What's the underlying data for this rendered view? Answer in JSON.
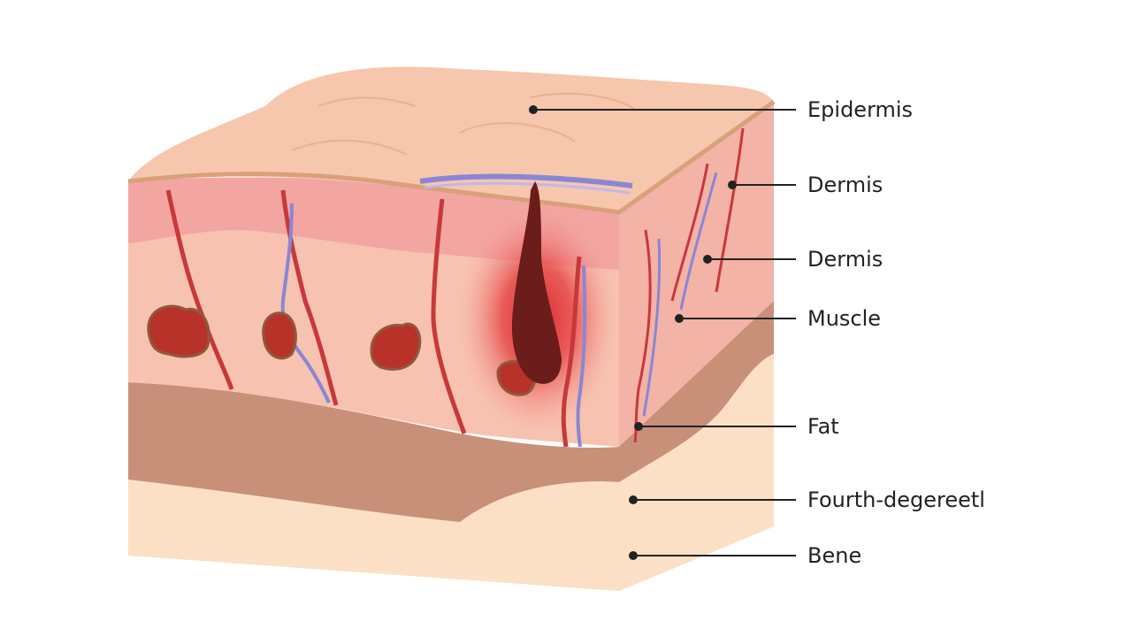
{
  "labels": {
    "epidermis": "Epidermis",
    "dermis_1": "Dermis",
    "dermis_2": "Dermis",
    "muscle": "Muscle",
    "fat": "Fat",
    "fourth_degree": "Fourth-degereetl",
    "bone": "Bene"
  },
  "colors": {
    "epidermis_top": "#f6c7ad",
    "dermis": "#f3a5a1",
    "hypodermis": "#f7c2b0",
    "fat_band": "#c99079",
    "bottom_layer": "#fbe0c5",
    "side_face": "#f0c79f",
    "vessel_red": "#c8383a",
    "vessel_blue": "#8a86d4",
    "burn_red": "#d8222a",
    "hair_shaft": "#6a1d1a",
    "gland": "#b8322a",
    "leader_line": "#222222"
  }
}
